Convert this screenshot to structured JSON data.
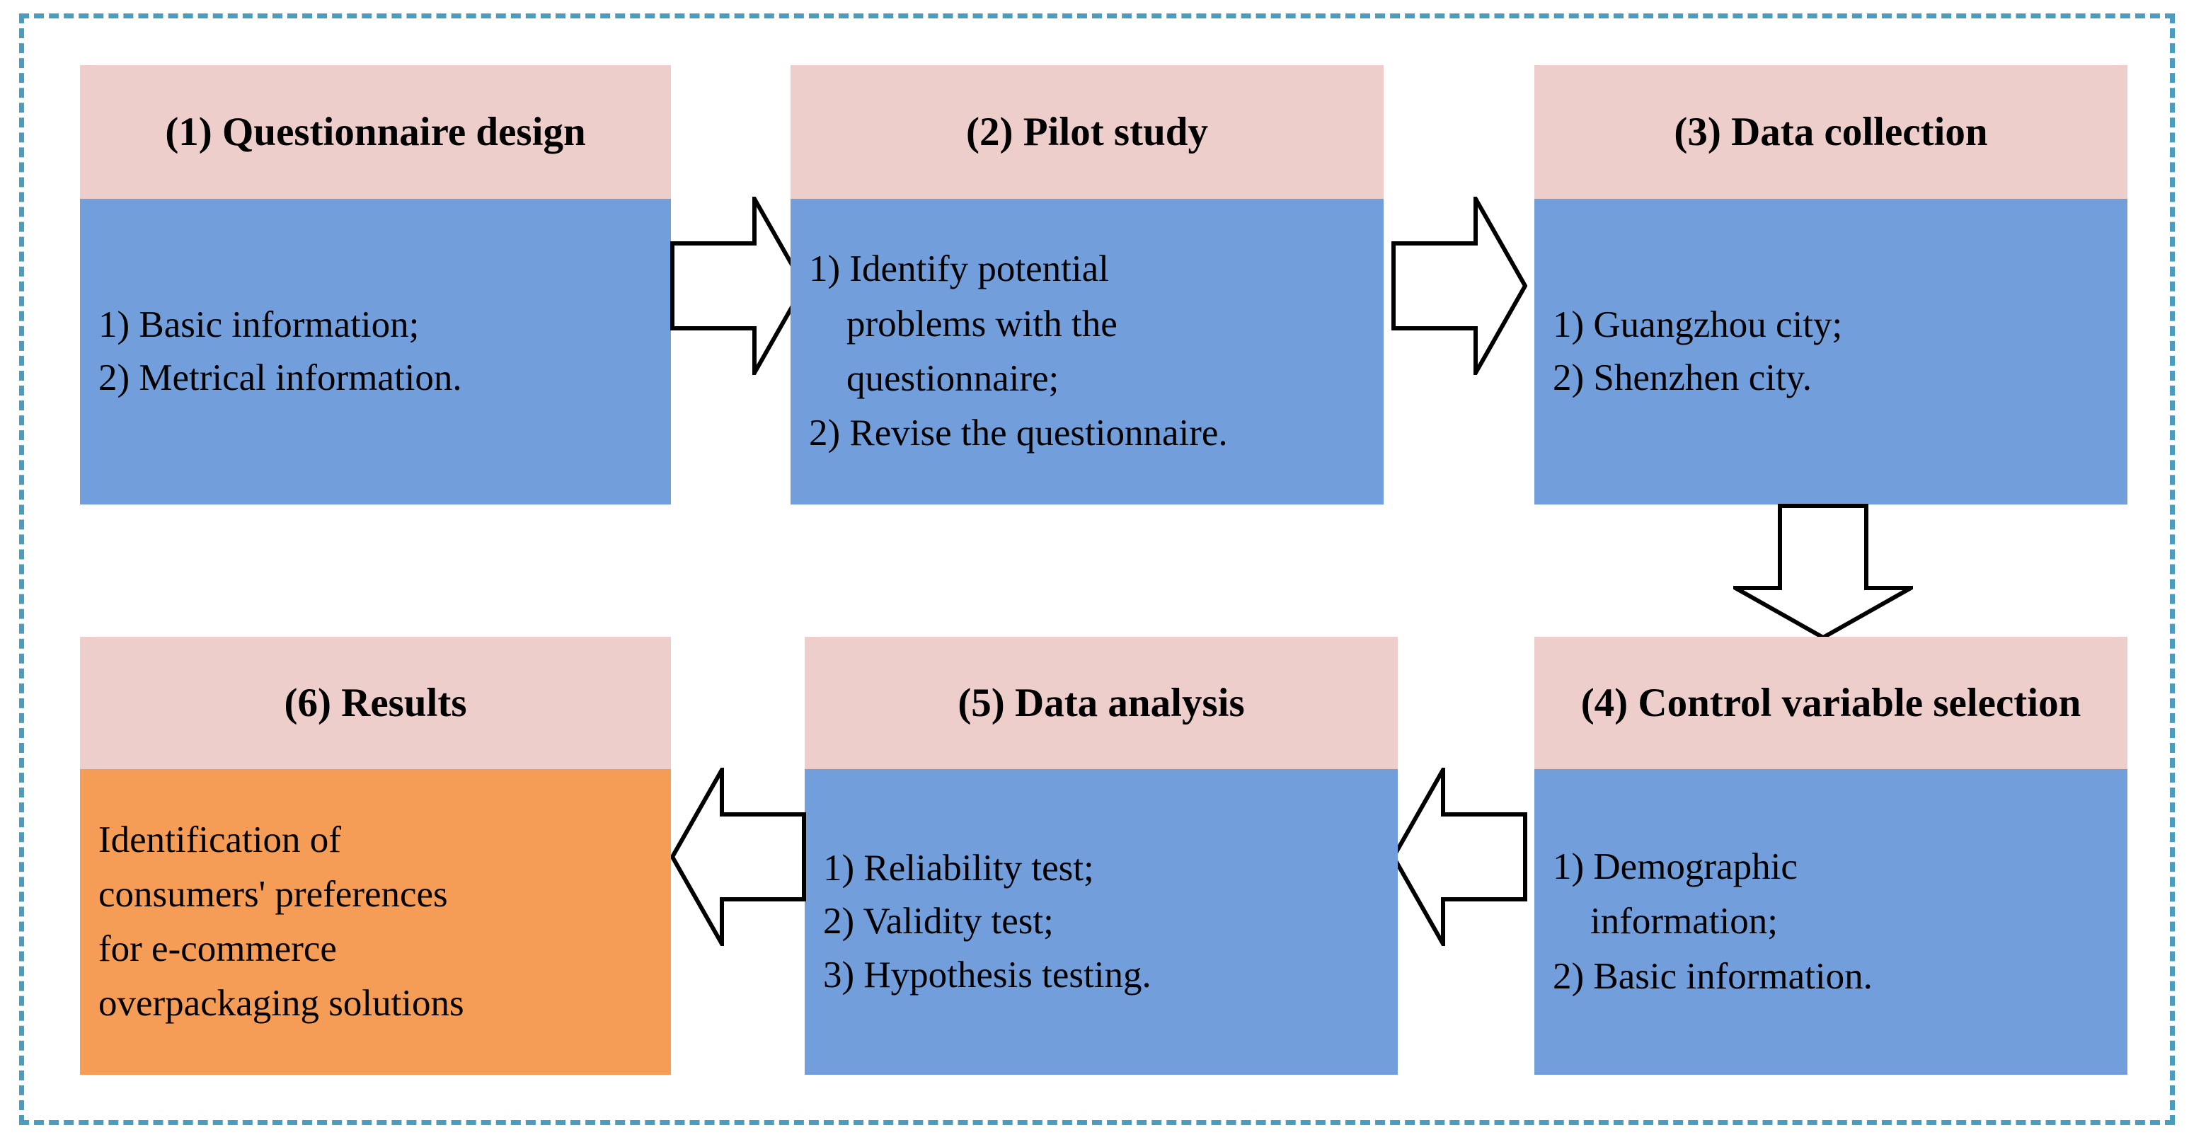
{
  "diagram": {
    "title_semantic": "research-methodology-flowchart",
    "frame_color": "#4b9dc0",
    "header_color": "#edcecb",
    "body_color": "#729fdc",
    "result_color": "#f59d57",
    "arrow_fill": "#ffffff",
    "arrow_stroke": "#000000"
  },
  "steps": [
    {
      "id": "step-1",
      "header": "(1) Questionnaire design",
      "lines": [
        "1) Basic information;",
        "2) Metrical information."
      ]
    },
    {
      "id": "step-2",
      "header": "(2) Pilot study",
      "lines": [
        "1) Identify potential",
        "    problems with the",
        "    questionnaire;",
        "2) Revise the questionnaire."
      ]
    },
    {
      "id": "step-3",
      "header": "(3) Data collection",
      "lines": [
        "1) Guangzhou city;",
        "2) Shenzhen city."
      ]
    },
    {
      "id": "step-4",
      "header": "(4) Control variable selection",
      "lines": [
        "1) Demographic",
        "    information;",
        "2) Basic information."
      ]
    },
    {
      "id": "step-5",
      "header": "(5) Data analysis",
      "lines": [
        "1) Reliability test;",
        "2) Validity test;",
        "3) Hypothesis testing."
      ]
    },
    {
      "id": "step-6",
      "header": "(6) Results",
      "lines": [
        "Identification of",
        "consumers' preferences",
        "for e-commerce",
        "overpackaging solutions"
      ]
    }
  ],
  "connectors": [
    {
      "id": "arrow-1-to-2",
      "direction": "right"
    },
    {
      "id": "arrow-2-to-3",
      "direction": "right"
    },
    {
      "id": "arrow-3-to-4",
      "direction": "down"
    },
    {
      "id": "arrow-4-to-5",
      "direction": "left"
    },
    {
      "id": "arrow-5-to-6",
      "direction": "left"
    }
  ]
}
